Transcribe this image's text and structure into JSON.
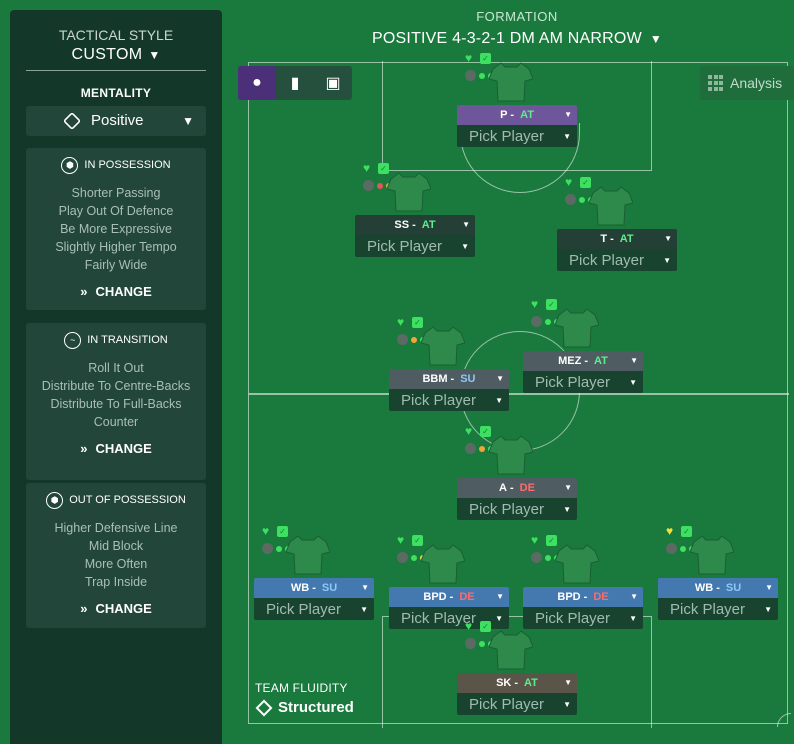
{
  "sidebar": {
    "tactical_style_label": "TACTICAL STYLE",
    "tactical_style_value": "CUSTOM",
    "mentality_label": "MENTALITY",
    "mentality_value": "Positive",
    "in_possession": {
      "title": "IN POSSESSION",
      "items": [
        "Shorter Passing",
        "Play Out Of Defence",
        "Be More Expressive",
        "Slightly Higher Tempo",
        "Fairly Wide"
      ],
      "change": "CHANGE"
    },
    "in_transition": {
      "title": "IN TRANSITION",
      "items": [
        "Roll It Out",
        "Distribute To Centre-Backs",
        "Distribute To Full-Backs",
        "Counter"
      ],
      "change": "CHANGE"
    },
    "out_of_possession": {
      "title": "OUT OF POSSESSION",
      "items": [
        "Higher Defensive Line",
        "Mid Block",
        "More Often",
        "Trap Inside"
      ],
      "change": "CHANGE"
    }
  },
  "formation": {
    "label": "FORMATION",
    "value": "POSITIVE 4-3-2-1 DM AM NARROW"
  },
  "analysis_label": "Analysis",
  "pick_label": "Pick Player",
  "players": [
    {
      "role": "P",
      "duty": "AT"
    },
    {
      "role": "SS",
      "duty": "AT"
    },
    {
      "role": "T",
      "duty": "AT"
    },
    {
      "role": "MEZ",
      "duty": "AT"
    },
    {
      "role": "BBM",
      "duty": "SU"
    },
    {
      "role": "A",
      "duty": "DE"
    },
    {
      "role": "WB",
      "duty": "SU"
    },
    {
      "role": "BPD",
      "duty": "DE"
    },
    {
      "role": "BPD",
      "duty": "DE"
    },
    {
      "role": "WB",
      "duty": "SU"
    },
    {
      "role": "SK",
      "duty": "AT"
    }
  ],
  "team_fluidity": {
    "label": "TEAM FLUIDITY",
    "value": "Structured"
  },
  "colors": {
    "pitch": "#1a7a3d",
    "sidebar": "#13382a",
    "duty_attack": "#5cf08a",
    "duty_support": "#8fc7f5",
    "duty_defend": "#ff6b6b"
  }
}
